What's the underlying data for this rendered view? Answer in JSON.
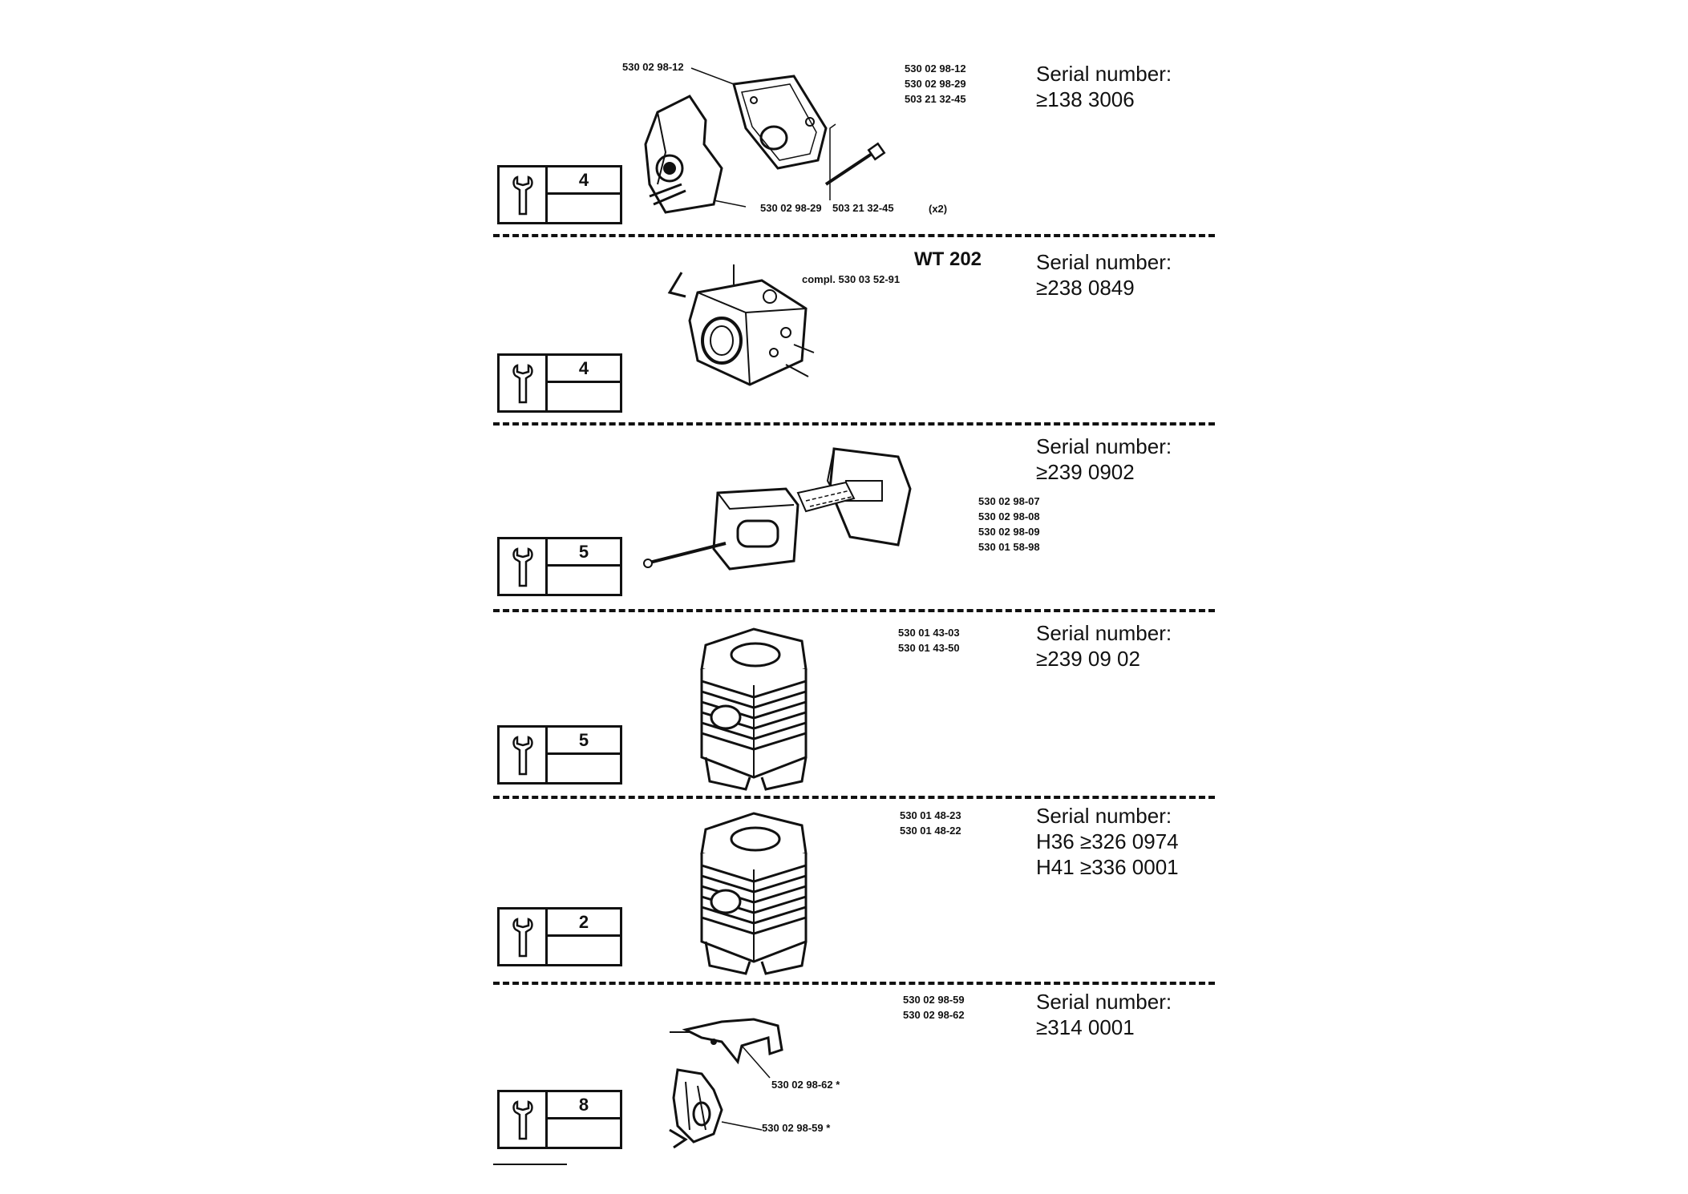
{
  "sections": [
    {
      "tool_number": "4",
      "serial_label": "Serial number:",
      "serial_lines": [
        "≥138 3006"
      ],
      "part_numbers": [
        "530 02 98-12",
        "530 02 98-29",
        "503 21 32-45"
      ],
      "callouts": [
        "530 02 98-12",
        "530 02 98-29",
        "503 21 32-45",
        "(x2)"
      ]
    },
    {
      "tool_number": "4",
      "serial_label": "Serial number:",
      "serial_lines": [
        "≥238 0849"
      ],
      "model": "WT 202",
      "compl": "compl. 530 03 52-91"
    },
    {
      "tool_number": "5",
      "serial_label": "Serial number:",
      "serial_lines": [
        "≥239 0902"
      ],
      "part_numbers": [
        "530 02 98-07",
        "530 02 98-08",
        "530 02 98-09",
        "530 01 58-98"
      ]
    },
    {
      "tool_number": "5",
      "serial_label": "Serial number:",
      "serial_lines": [
        "≥239 09 02"
      ],
      "part_numbers": [
        "530 01 43-03",
        "530 01 43-50"
      ]
    },
    {
      "tool_number": "2",
      "serial_label": "Serial number:",
      "serial_lines": [
        "H36 ≥326 0974",
        "H41 ≥336 0001"
      ],
      "part_numbers": [
        "530 01 48-23",
        "530 01 48-22"
      ]
    },
    {
      "tool_number": "8",
      "serial_label": "Serial number:",
      "serial_lines": [
        "≥314 0001"
      ],
      "part_numbers": [
        "530 02 98-59",
        "530 02 98-62"
      ],
      "callouts": [
        "530 02 98-62 *",
        "530 02 98-59 *"
      ]
    }
  ]
}
